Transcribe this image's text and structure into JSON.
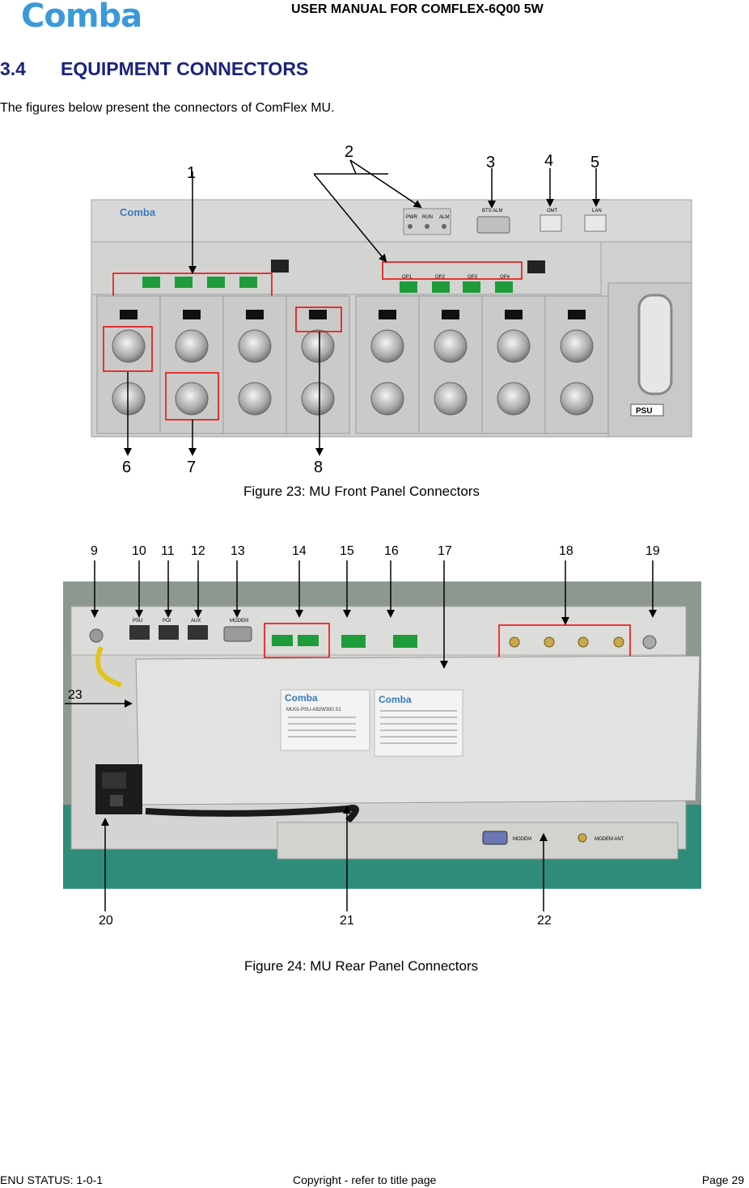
{
  "header": {
    "logo": "Comba",
    "title": "USER MANUAL FOR COMFLEX-6Q00 5W"
  },
  "section": {
    "number": "3.4",
    "title": "EQUIPMENT CONNECTORS",
    "intro": "The figures below present the connectors of ComFlex MU."
  },
  "figure1": {
    "caption": "Figure 23: MU Front Panel Connectors",
    "callouts": [
      "1",
      "2",
      "3",
      "4",
      "5",
      "6",
      "7",
      "8"
    ],
    "panel_labels": {
      "brand": "Comba",
      "pwr": "PWR",
      "run": "RUN",
      "alm": "ALM",
      "bts_alm": "BTS ALM",
      "omt": "OMT",
      "lan": "LAN",
      "psu": "PSU",
      "op1": "OP1",
      "op2": "OP2",
      "op3": "OP3",
      "op4": "OP4"
    }
  },
  "figure2": {
    "caption": "Figure 24: MU Rear Panel Connectors",
    "callouts": [
      "9",
      "10",
      "11",
      "12",
      "13",
      "14",
      "15",
      "16",
      "17",
      "18",
      "19",
      "20",
      "21",
      "22",
      "23"
    ],
    "panel_labels": {
      "psu": "PSU",
      "poi": "POI",
      "aux": "AUX",
      "modem": "MODEM",
      "label_brand": "Comba",
      "model": "MU01-PSU-A92W300.S1",
      "modem_ant": "MODEM ANT"
    }
  },
  "footer": {
    "status": "ENU STATUS: 1-0-1",
    "copyright": "Copyright - refer to title page",
    "page": "Page 29"
  }
}
